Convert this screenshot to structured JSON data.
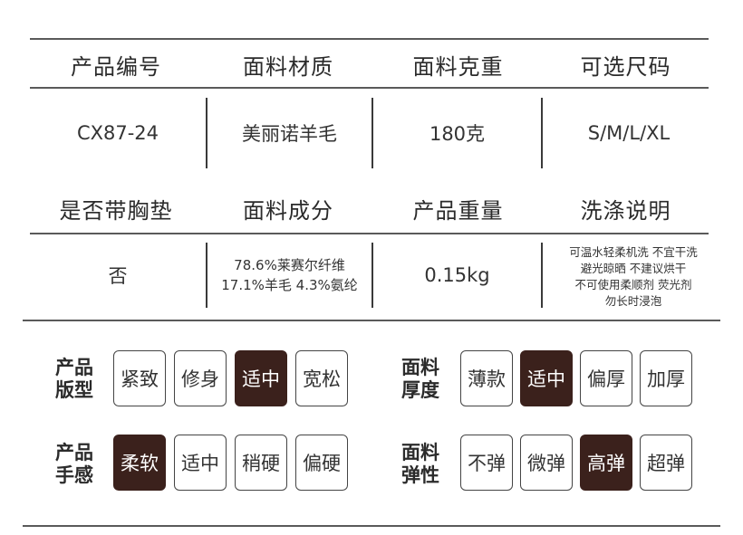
{
  "table1": {
    "headers": [
      "产品编号",
      "面料材质",
      "面料克重",
      "可选尺码"
    ],
    "values": [
      "CX87-24",
      "美丽诺羊毛",
      "180克",
      "S/M/L/XL"
    ]
  },
  "table2": {
    "headers": [
      "是否带胸垫",
      "面料成分",
      "产品重量",
      "洗涤说明"
    ],
    "pad": "否",
    "composition": [
      "78.6%莱赛尔纤维",
      "17.1%羊毛 4.3%氨纶"
    ],
    "weight": "0.15kg",
    "wash": [
      "可温水轻柔机洗 不宜干洗",
      "避光晾晒 不建议烘干",
      "不可使用柔顺剂 荧光剂",
      "勿长时浸泡"
    ]
  },
  "fit": {
    "label": [
      "产品",
      "版型"
    ],
    "options": [
      "紧致",
      "修身",
      "适中",
      "宽松"
    ],
    "selected": 2
  },
  "thickness": {
    "label": [
      "面料",
      "厚度"
    ],
    "options": [
      "薄款",
      "适中",
      "偏厚",
      "加厚"
    ],
    "selected": 1
  },
  "feel": {
    "label": [
      "产品",
      "手感"
    ],
    "options": [
      "柔软",
      "适中",
      "稍硬",
      "偏硬"
    ],
    "selected": 0
  },
  "elasticity": {
    "label": [
      "面料",
      "弹性"
    ],
    "options": [
      "不弹",
      "微弹",
      "高弹",
      "超弹"
    ],
    "selected": 2
  },
  "colors": {
    "selected_bg": "#3b211c",
    "border": "#444444",
    "text": "#2e2e2e"
  }
}
